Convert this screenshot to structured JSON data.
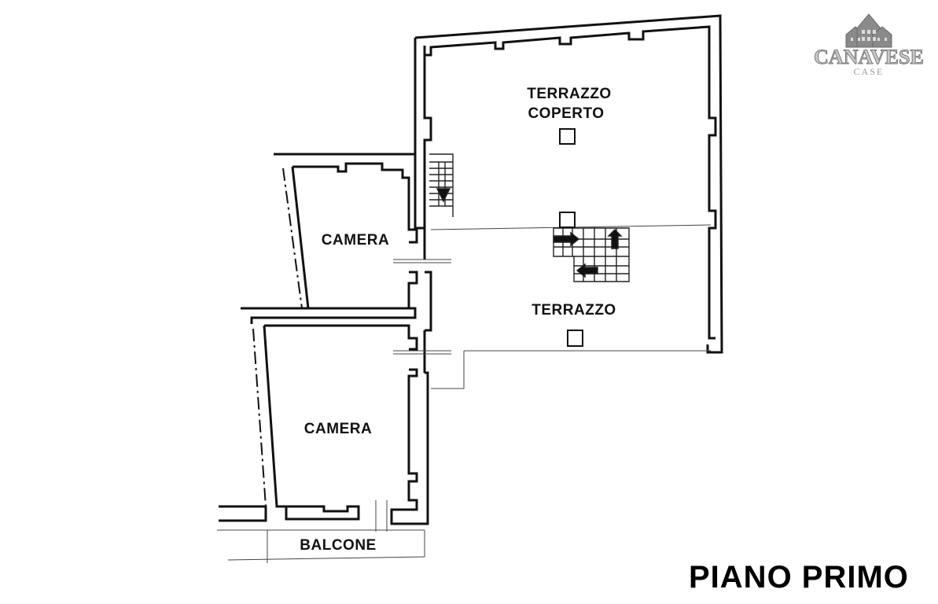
{
  "rooms": {
    "terrazzo_coperto_line1": "TERRAZZO",
    "terrazzo_coperto_line2": "COPERTO",
    "terrazzo": "TERRAZZO",
    "camera_upper": "CAMERA",
    "camera_lower": "CAMERA",
    "balcone": "BALCONE"
  },
  "floor_title": "PIANO PRIMO",
  "logo": {
    "name": "CANAVESE",
    "sub": "CASE"
  },
  "colors": {
    "wall": "#111111",
    "thin_line": "#444444",
    "logo_gray": "#8a8a8a"
  }
}
